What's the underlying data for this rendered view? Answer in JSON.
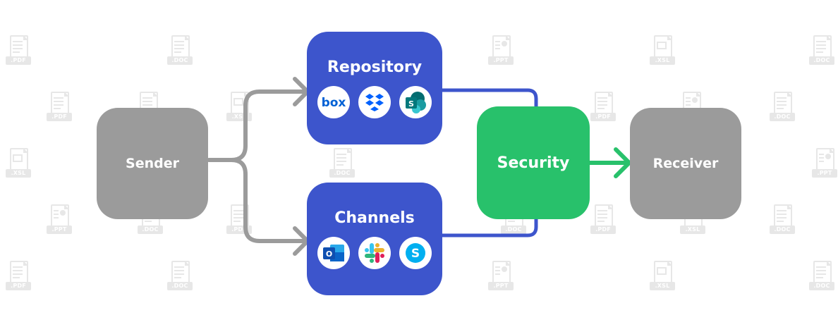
{
  "background_files": [
    {
      "type": "pdf",
      "label": ".PDF"
    },
    {
      "type": "doc",
      "label": ".DOC"
    },
    {
      "type": "ppt",
      "label": ".PPT"
    },
    {
      "type": "xsl",
      "label": ".XSL"
    },
    {
      "type": "doc",
      "label": ".DOC"
    },
    {
      "type": "pdf",
      "label": ".PDF"
    },
    {
      "type": "doc",
      "label": ".DOC"
    },
    {
      "type": "xsl",
      "label": ".XSL"
    },
    {
      "type": "pdf",
      "label": ".PDF"
    },
    {
      "type": "ppt",
      "label": ".PPT"
    },
    {
      "type": "doc",
      "label": ".DOC"
    },
    {
      "type": "xsl",
      "label": ".XSL"
    },
    {
      "type": "doc",
      "label": ".DOC"
    },
    {
      "type": "ppt",
      "label": ".PPT"
    },
    {
      "type": "ppt",
      "label": ".PPT"
    },
    {
      "type": "doc",
      "label": ".DOC"
    },
    {
      "type": "pdf",
      "label": ".PDF"
    },
    {
      "type": "doc",
      "label": ".DOC"
    },
    {
      "type": "pdf",
      "label": ".PDF"
    },
    {
      "type": "xsl",
      "label": ".XSL"
    },
    {
      "type": "doc",
      "label": ".DOC"
    },
    {
      "type": "pdf",
      "label": ".PDF"
    },
    {
      "type": "doc",
      "label": ".DOC"
    },
    {
      "type": "ppt",
      "label": ".PPT"
    },
    {
      "type": "xsl",
      "label": ".XSL"
    },
    {
      "type": "doc",
      "label": ".DOC"
    }
  ],
  "nodes": {
    "sender": {
      "label": "Sender",
      "color": "#9b9b9b"
    },
    "repository": {
      "label": "Repository",
      "color": "#3d55cc",
      "icons": [
        {
          "name": "box",
          "text": "box",
          "color": "#0061d5"
        },
        {
          "name": "dropbox",
          "color": "#0061fe"
        },
        {
          "name": "sharepoint",
          "text": "S",
          "color": "#036c70"
        }
      ]
    },
    "channels": {
      "label": "Channels",
      "color": "#3d55cc",
      "icons": [
        {
          "name": "outlook",
          "text": "O",
          "color": "#0a64c8"
        },
        {
          "name": "slack"
        },
        {
          "name": "skype",
          "text": "S",
          "color": "#00aff0"
        }
      ]
    },
    "security": {
      "label": "Security",
      "color": "#28c16b"
    },
    "receiver": {
      "label": "Receiver",
      "color": "#9b9b9b"
    }
  },
  "connector_colors": {
    "gray": "#9b9b9b",
    "blue": "#3d55cc",
    "green": "#28c16b"
  }
}
